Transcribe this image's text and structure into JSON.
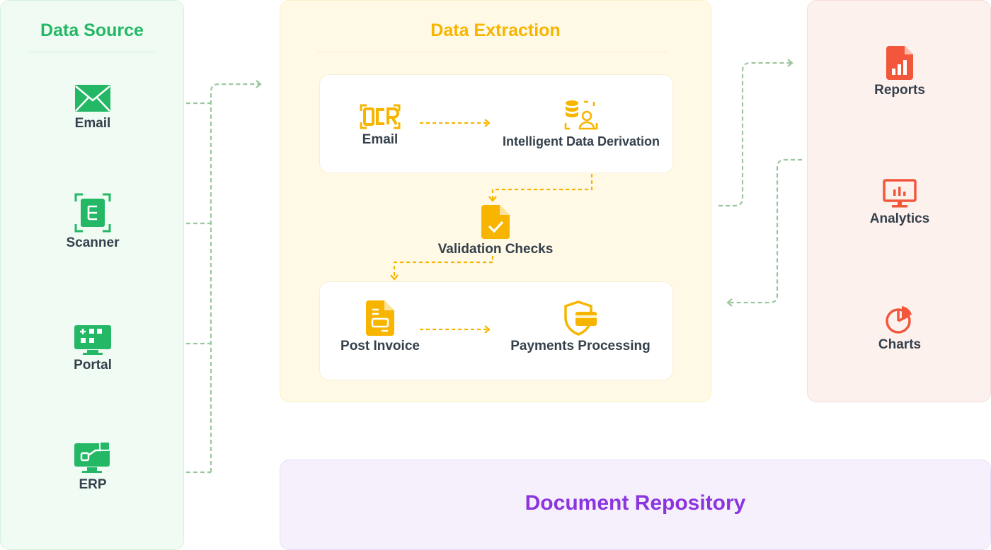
{
  "colors": {
    "green": "#24b866",
    "yellow": "#f7b500",
    "red": "#f2573b",
    "purple": "#8a35dd",
    "connector_green": "#9cc79e"
  },
  "source": {
    "title": "Data Source",
    "items": [
      {
        "label": "Email",
        "icon": "envelope-icon"
      },
      {
        "label": "Scanner",
        "icon": "scanner-icon"
      },
      {
        "label": "Portal",
        "icon": "portal-icon"
      },
      {
        "label": "ERP",
        "icon": "erp-monitor-icon"
      }
    ]
  },
  "extraction": {
    "title": "Data Extraction",
    "ocr_label": "Email",
    "derivation_label": "Intelligent Data Derivation",
    "validation_label": "Validation Checks",
    "post_invoice_label": "Post Invoice",
    "payments_label": "Payments Processing",
    "icons": [
      "ocr-icon",
      "database-user-icon",
      "file-check-icon",
      "invoice-icon",
      "shield-card-icon"
    ]
  },
  "output": {
    "items": [
      {
        "label": "Reports",
        "icon": "report-chart-icon"
      },
      {
        "label": "Analytics",
        "icon": "analytics-monitor-icon"
      },
      {
        "label": "Charts",
        "icon": "pie-chart-icon"
      }
    ]
  },
  "repository": {
    "title": "Document Repository"
  }
}
